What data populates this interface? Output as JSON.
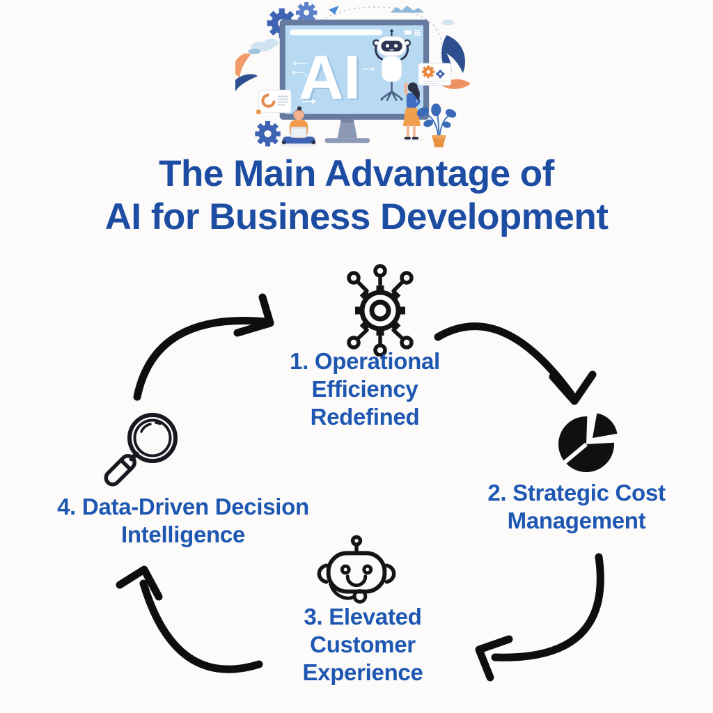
{
  "title": {
    "line1": "The Main Advantage of",
    "line2": "AI for Business Development"
  },
  "hero": {
    "screen_text": "AI"
  },
  "cycle": {
    "items": [
      {
        "icon": "network-gear-icon",
        "lines": [
          "1. Operational",
          "Efficiency",
          "Redefined"
        ]
      },
      {
        "icon": "pie-chart-icon",
        "lines": [
          "2. Strategic Cost",
          "Management"
        ]
      },
      {
        "icon": "chatbot-icon",
        "lines": [
          "3. Elevated",
          "Customer",
          "Experience"
        ]
      },
      {
        "icon": "magnifying-glass-icon",
        "lines": [
          "4. Data-Driven Decision",
          "Intelligence"
        ]
      }
    ]
  },
  "colors": {
    "title_blue": "#1c4da2",
    "item_blue": "#1e57b1",
    "arrow_black": "#0e0e0e",
    "icon_black": "#141414",
    "screen_blue": "#b7d9f1",
    "monitor_frame": "#66799f",
    "accent_orange": "#f09a4a",
    "accent_blue": "#3e63b2"
  }
}
